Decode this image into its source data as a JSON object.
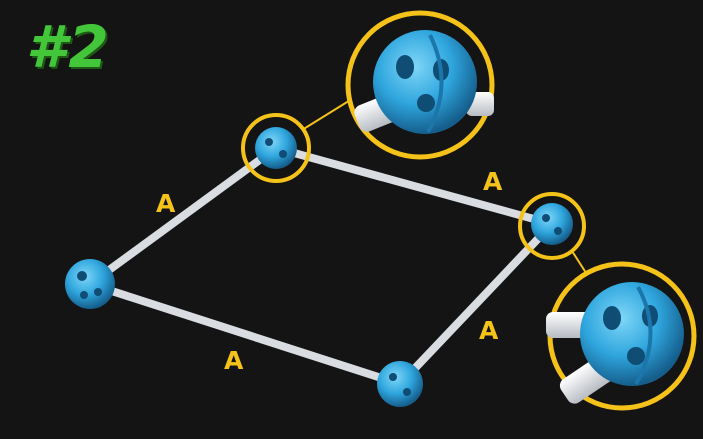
{
  "step": {
    "label": "#2"
  },
  "rod_labels": [
    "A",
    "A",
    "A",
    "A"
  ],
  "colors": {
    "background": "#141414",
    "step_label": "#44c63a",
    "rod_label": "#f5c21a",
    "highlight_ring": "#f5c21a",
    "connector": "#29a8e0",
    "rod": "#d9dde2"
  },
  "icons": [
    "blue-connector-icon",
    "white-rod-icon",
    "magnify-callout-icon"
  ]
}
